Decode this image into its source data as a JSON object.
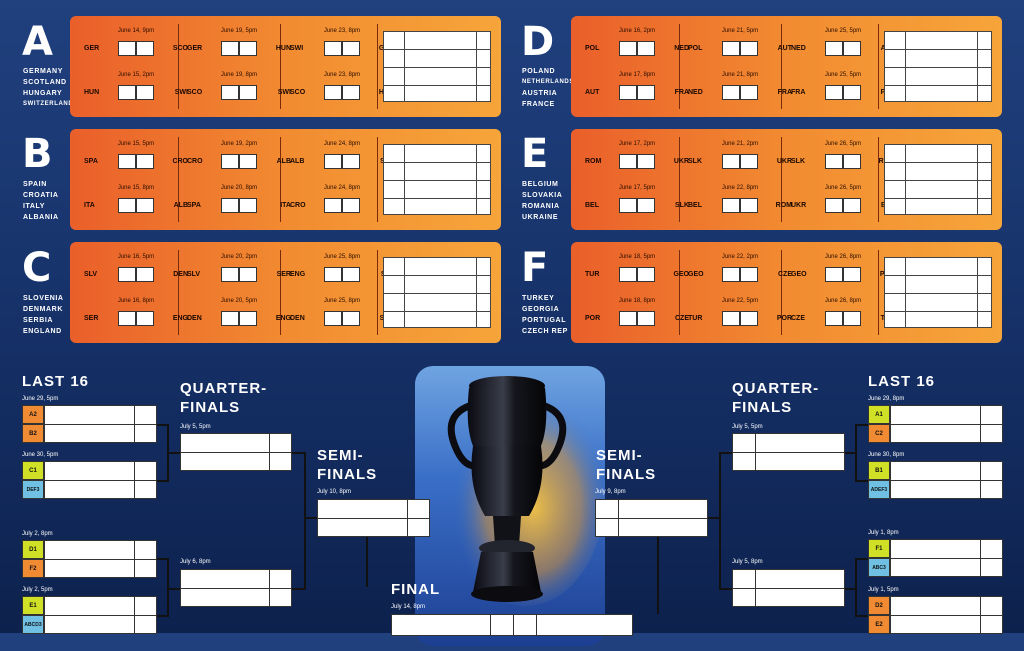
{
  "groups": [
    {
      "letter": "A",
      "teams": [
        "GERMANY",
        "SCOTLAND",
        "HUNGARY",
        "SWITZERLAND"
      ],
      "matches": [
        {
          "date": "June 14, 9pm",
          "home": "GER",
          "away": "SCO"
        },
        {
          "date": "June 15, 2pm",
          "home": "HUN",
          "away": "SWI"
        },
        {
          "date": "June 19, 5pm",
          "home": "GER",
          "away": "HUN"
        },
        {
          "date": "June 19, 8pm",
          "home": "SCO",
          "away": "SWI"
        },
        {
          "date": "June 23, 8pm",
          "home": "SWI",
          "away": "GER"
        },
        {
          "date": "June 23, 8pm",
          "home": "SCO",
          "away": "HUN"
        }
      ]
    },
    {
      "letter": "B",
      "teams": [
        "SPAIN",
        "CROATIA",
        "ITALY",
        "ALBANIA"
      ],
      "matches": [
        {
          "date": "June 15, 5pm",
          "home": "SPA",
          "away": "CRO"
        },
        {
          "date": "June 15, 8pm",
          "home": "ITA",
          "away": "ALB"
        },
        {
          "date": "June 19, 2pm",
          "home": "CRO",
          "away": "ALB"
        },
        {
          "date": "June 20, 8pm",
          "home": "SPA",
          "away": "ITA"
        },
        {
          "date": "June 24, 8pm",
          "home": "ALB",
          "away": "SPA"
        },
        {
          "date": "June 24, 8pm",
          "home": "CRO",
          "away": "ITA"
        }
      ]
    },
    {
      "letter": "C",
      "teams": [
        "SLOVENIA",
        "DENMARK",
        "SERBIA",
        "ENGLAND"
      ],
      "matches": [
        {
          "date": "June 16, 5pm",
          "home": "SLV",
          "away": "DEN"
        },
        {
          "date": "June 16, 8pm",
          "home": "SER",
          "away": "ENG"
        },
        {
          "date": "June 20, 2pm",
          "home": "SLV",
          "away": "SER"
        },
        {
          "date": "June 20, 5pm",
          "home": "DEN",
          "away": "ENG"
        },
        {
          "date": "June 25, 8pm",
          "home": "ENG",
          "away": "SLV"
        },
        {
          "date": "June 25, 8pm",
          "home": "DEN",
          "away": "SER"
        }
      ]
    },
    {
      "letter": "D",
      "teams": [
        "POLAND",
        "NETHERLANDS",
        "AUSTRIA",
        "FRANCE"
      ],
      "matches": [
        {
          "date": "June 16, 2pm",
          "home": "POL",
          "away": "NED"
        },
        {
          "date": "June 17, 8pm",
          "home": "AUT",
          "away": "FRA"
        },
        {
          "date": "June 21, 5pm",
          "home": "POL",
          "away": "AUT"
        },
        {
          "date": "June 21, 8pm",
          "home": "NED",
          "away": "FRA"
        },
        {
          "date": "June 25, 5pm",
          "home": "NED",
          "away": "AUT"
        },
        {
          "date": "June 25, 5pm",
          "home": "FRA",
          "away": "POL"
        }
      ]
    },
    {
      "letter": "E",
      "teams": [
        "BELGIUM",
        "SLOVAKIA",
        "ROMANIA",
        "UKRAINE"
      ],
      "matches": [
        {
          "date": "June 17, 2pm",
          "home": "ROM",
          "away": "UKR"
        },
        {
          "date": "June 17, 5pm",
          "home": "BEL",
          "away": "SLK"
        },
        {
          "date": "June 21, 2pm",
          "home": "SLK",
          "away": "UKR"
        },
        {
          "date": "June 22, 8pm",
          "home": "BEL",
          "away": "ROM"
        },
        {
          "date": "June 26, 5pm",
          "home": "SLK",
          "away": "ROM"
        },
        {
          "date": "June 26, 5pm",
          "home": "UKR",
          "away": "BEL"
        }
      ]
    },
    {
      "letter": "F",
      "teams": [
        "TURKEY",
        "GEORGIA",
        "PORTUGAL",
        "CZECH REP"
      ],
      "matches": [
        {
          "date": "June 18, 5pm",
          "home": "TUR",
          "away": "GEO"
        },
        {
          "date": "June 18, 8pm",
          "home": "POR",
          "away": "CZE"
        },
        {
          "date": "June 22, 2pm",
          "home": "GEO",
          "away": "CZE"
        },
        {
          "date": "June 22, 5pm",
          "home": "TUR",
          "away": "POR"
        },
        {
          "date": "June 26, 8pm",
          "home": "GEO",
          "away": "POR"
        },
        {
          "date": "June 26, 8pm",
          "home": "CZE",
          "away": "TUR"
        }
      ]
    }
  ],
  "knockout": {
    "last16_label": "LAST 16",
    "qf_label": [
      "QUARTER-",
      "FINALS"
    ],
    "sf_label": [
      "SEMI-",
      "FINALS"
    ],
    "final_label": "FINAL",
    "left_r16": [
      {
        "date": "June 29, 5pm",
        "seeds": [
          {
            "t": "A2",
            "c": "orange"
          },
          {
            "t": "B2",
            "c": "orange"
          }
        ]
      },
      {
        "date": "June 30, 5pm",
        "seeds": [
          {
            "t": "C1",
            "c": "green"
          },
          {
            "t": "DEF3",
            "c": "blue"
          }
        ]
      },
      {
        "date": "July 2, 8pm",
        "seeds": [
          {
            "t": "D1",
            "c": "green"
          },
          {
            "t": "F2",
            "c": "orange"
          }
        ]
      },
      {
        "date": "July 2, 5pm",
        "seeds": [
          {
            "t": "E1",
            "c": "green"
          },
          {
            "t": "ABCD3",
            "c": "blue"
          }
        ]
      }
    ],
    "right_r16": [
      {
        "date": "June 29, 8pm",
        "seeds": [
          {
            "t": "A1",
            "c": "green"
          },
          {
            "t": "C2",
            "c": "orange"
          }
        ]
      },
      {
        "date": "June 30, 8pm",
        "seeds": [
          {
            "t": "B1",
            "c": "green"
          },
          {
            "t": "ADEF3",
            "c": "blue"
          }
        ]
      },
      {
        "date": "July 1, 8pm",
        "seeds": [
          {
            "t": "F1",
            "c": "green"
          },
          {
            "t": "ABC3",
            "c": "blue"
          }
        ]
      },
      {
        "date": "July 1, 5pm",
        "seeds": [
          {
            "t": "D2",
            "c": "orange"
          },
          {
            "t": "E2",
            "c": "orange"
          }
        ]
      }
    ],
    "left_qf_dates": [
      "July 5, 5pm",
      "July 6, 8pm"
    ],
    "right_qf_dates": [
      "July 5, 5pm",
      "July 5, 8pm"
    ],
    "left_sf_date": "July 10, 8pm",
    "right_sf_date": "July 9, 8pm",
    "final_date": "July 14, 8pm"
  }
}
